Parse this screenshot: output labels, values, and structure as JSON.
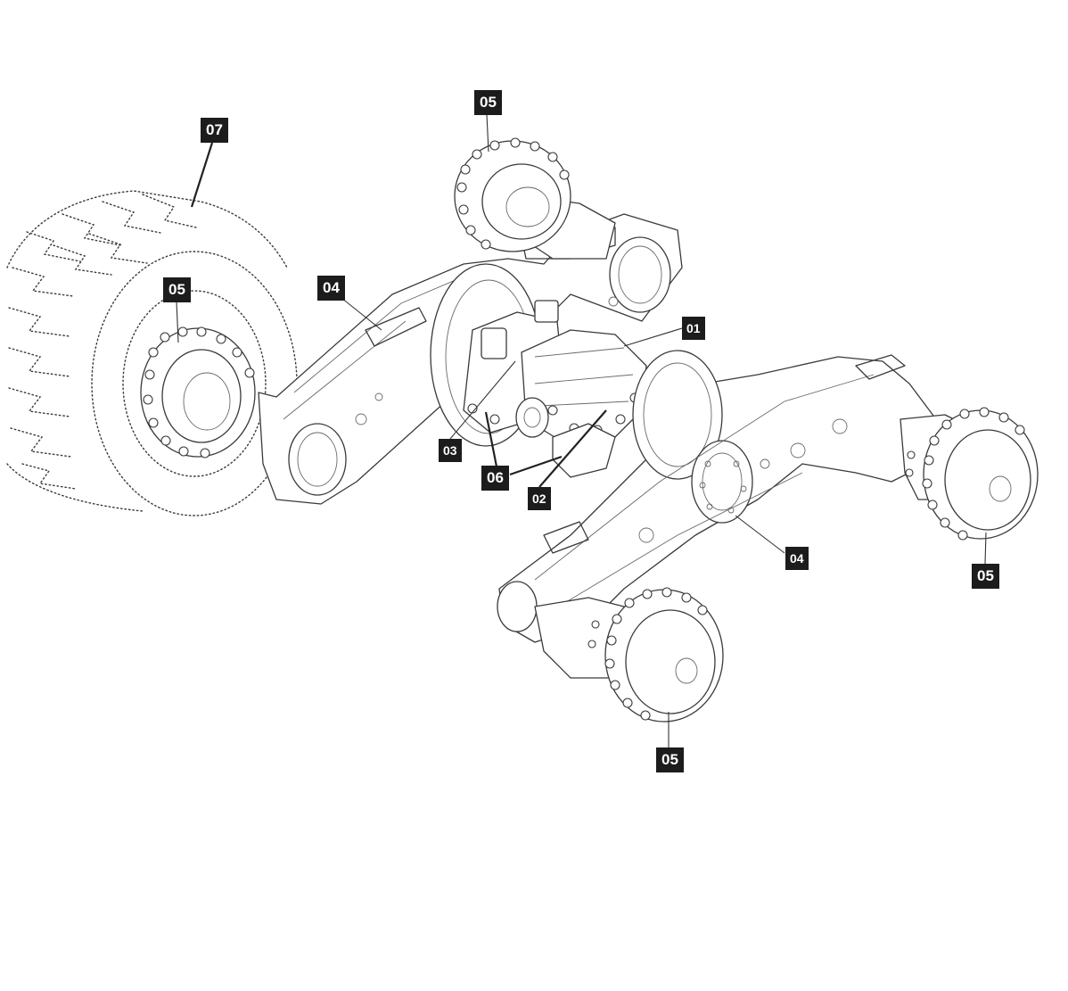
{
  "callouts": [
    {
      "id": "c07",
      "label": "07"
    },
    {
      "id": "c05a",
      "label": "05"
    },
    {
      "id": "c05b",
      "label": "05"
    },
    {
      "id": "c04a",
      "label": "04"
    },
    {
      "id": "c01",
      "label": "01"
    },
    {
      "id": "c03",
      "label": "03"
    },
    {
      "id": "c06",
      "label": "06"
    },
    {
      "id": "c02",
      "label": "02"
    },
    {
      "id": "c04b",
      "label": "04"
    },
    {
      "id": "c05c",
      "label": "05"
    },
    {
      "id": "c05d",
      "label": "05"
    }
  ]
}
